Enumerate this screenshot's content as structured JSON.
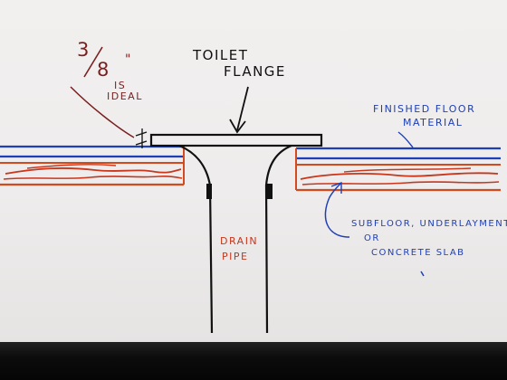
{
  "labels": {
    "toilet_line1": "TOILET",
    "toilet_line2": "FLANGE",
    "fraction_num": "3",
    "fraction_den": "8",
    "inch_mark": "\"",
    "is_word": "IS",
    "ideal_word": "IDEAL",
    "finished_line1": "FINISHED FLOOR",
    "finished_line2": "MATERIAL",
    "drain_line1": "DRAIN",
    "drain_line2": "PIPE",
    "subfloor_line1": "SUBFLOOR, UNDERLAYMENT",
    "subfloor_line2": "OR",
    "subfloor_line3": "CONCRETE SLAB"
  },
  "colors": {
    "paper": "#eeecec",
    "ink_black": "#111111",
    "ink_blue": "#1d3fb8",
    "ink_red": "#c8361c",
    "ink_dark_red": "#7a1f1f",
    "ink_orange": "#d24a1e"
  }
}
